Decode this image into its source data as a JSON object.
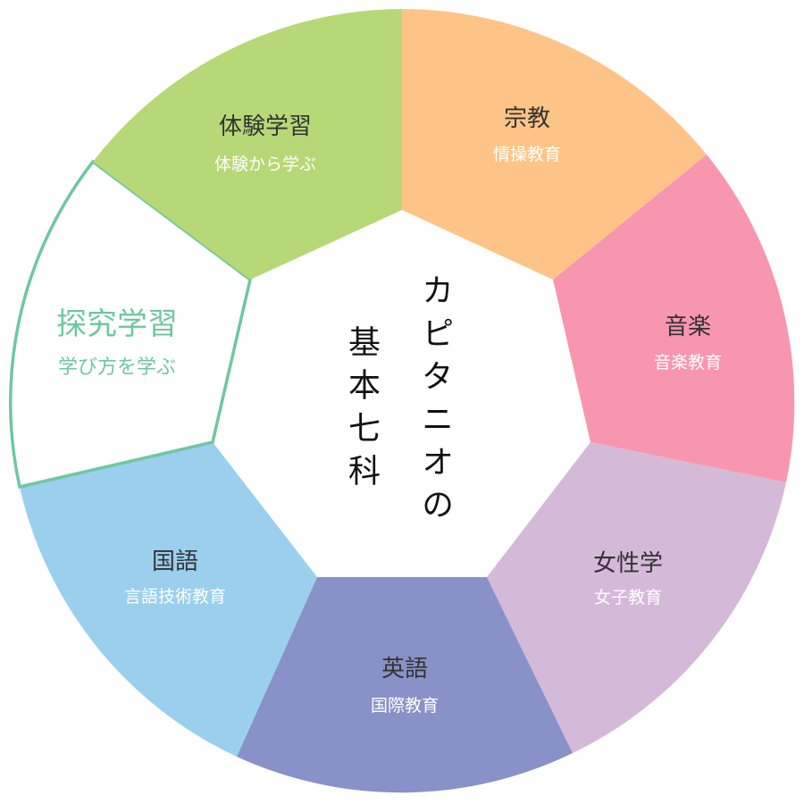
{
  "center": {
    "line1": "カピタニオの",
    "line2": "基本七科"
  },
  "segments": [
    {
      "title": "宗教",
      "subtitle": "情操教育",
      "color": "#FEC487"
    },
    {
      "title": "音楽",
      "subtitle": "音楽教育",
      "color": "#F896B0"
    },
    {
      "title": "女性学",
      "subtitle": "女子教育",
      "color": "#D5B9D9"
    },
    {
      "title": "英語",
      "subtitle": "国際教育",
      "color": "#8892C8"
    },
    {
      "title": "国語",
      "subtitle": "言語技術教育",
      "color": "#9BCFEE"
    },
    {
      "title": "探究学習",
      "subtitle": "学び方を学ぶ",
      "color": "#6FC7A0"
    },
    {
      "title": "体験学習",
      "subtitle": "体験から学ぶ",
      "color": "#B7D876"
    }
  ]
}
